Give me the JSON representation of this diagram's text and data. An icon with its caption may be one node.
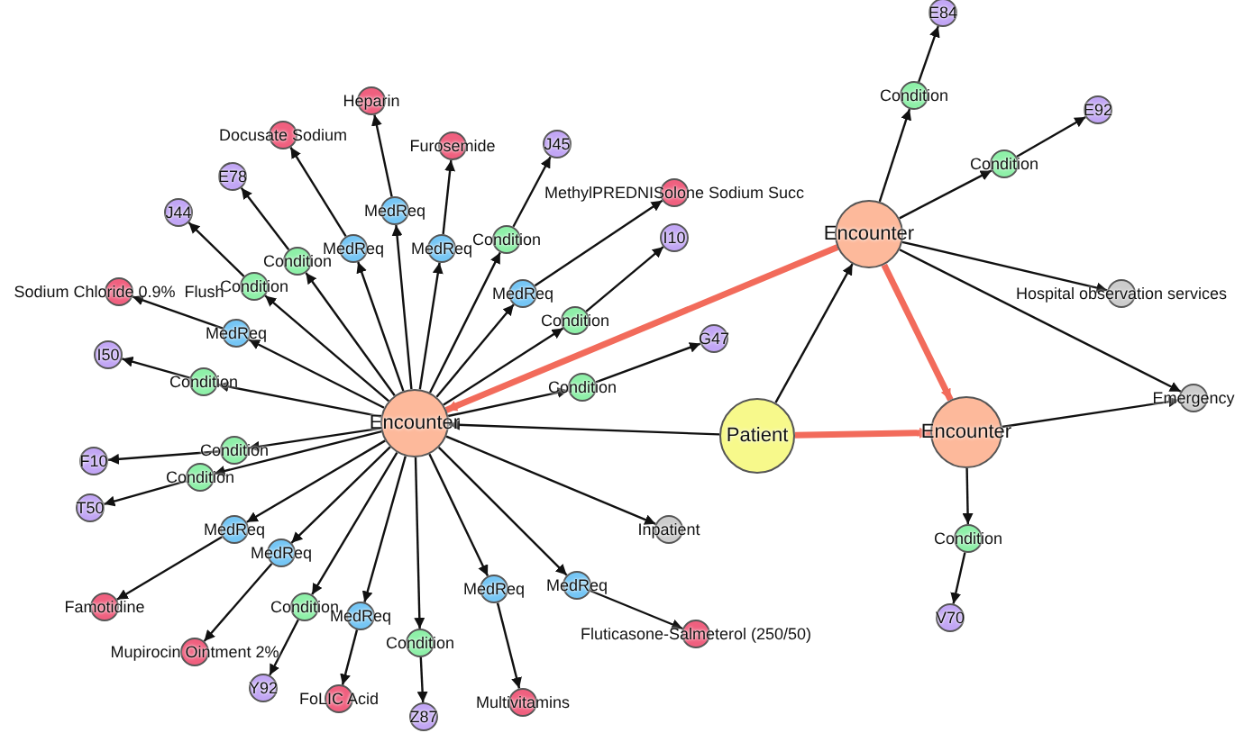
{
  "diagram": {
    "nodes": [
      {
        "text": [
          "Encounter"
        ]
      },
      {
        "text": [
          "Encounter"
        ]
      },
      {
        "text": [
          "Encounter"
        ]
      },
      {
        "text": [
          "Patient"
        ]
      },
      {
        "text": [
          "MedReq"
        ]
      },
      {
        "text": [
          "Heparin"
        ]
      },
      {
        "text": [
          "MedReq"
        ]
      },
      {
        "text": [
          "Docusate Sodium"
        ]
      },
      {
        "text": [
          "Condition"
        ]
      },
      {
        "text": [
          "E78"
        ]
      },
      {
        "text": [
          "Condition"
        ]
      },
      {
        "text": [
          "J44"
        ]
      },
      {
        "text": [
          "MedReq"
        ]
      },
      {
        "text": [
          "Sodium Chloride 0.9%  Flush"
        ]
      },
      {
        "text": [
          "Condition"
        ]
      },
      {
        "text": [
          "I50"
        ]
      },
      {
        "text": [
          "Condition"
        ]
      },
      {
        "text": [
          "F10"
        ]
      },
      {
        "text": [
          "Condition"
        ]
      },
      {
        "text": [
          "T50"
        ]
      },
      {
        "text": [
          "MedReq"
        ]
      },
      {
        "text": [
          "Famotidine"
        ]
      },
      {
        "text": [
          "MedReq"
        ]
      },
      {
        "text": [
          "Mupirocin Ointment 2%"
        ]
      },
      {
        "text": [
          "Condition"
        ]
      },
      {
        "text": [
          "Y92"
        ]
      },
      {
        "text": [
          "MedReq"
        ]
      },
      {
        "text": [
          "FoLIC Acid"
        ]
      },
      {
        "text": [
          "Condition"
        ]
      },
      {
        "text": [
          "Z87"
        ]
      },
      {
        "text": [
          "MedReq"
        ]
      },
      {
        "text": [
          "Multivitamins"
        ]
      },
      {
        "text": [
          "MedReq"
        ]
      },
      {
        "text": [
          "Fluticasone-Salmeterol (250/50)"
        ]
      },
      {
        "text": [
          "Inpatient"
        ]
      },
      {
        "text": [
          "MedReq"
        ]
      },
      {
        "text": [
          "Furosemide"
        ]
      },
      {
        "text": [
          "Condition"
        ]
      },
      {
        "text": [
          "J45"
        ]
      },
      {
        "text": [
          "MedReq"
        ]
      },
      {
        "text": [
          "MethylPREDNISolone Sodium Succ"
        ]
      },
      {
        "text": [
          "Condition"
        ]
      },
      {
        "text": [
          "I10"
        ]
      },
      {
        "text": [
          "Condition"
        ]
      },
      {
        "text": [
          "G47"
        ]
      },
      {
        "text": [
          "Condition"
        ]
      },
      {
        "text": [
          "E84"
        ]
      },
      {
        "text": [
          "Condition"
        ]
      },
      {
        "text": [
          "E92"
        ]
      },
      {
        "text": [
          "Hospital observation services"
        ]
      },
      {
        "text": [
          "Emergency"
        ]
      },
      {
        "text": [
          "Condition"
        ]
      },
      {
        "text": [
          "V70"
        ]
      }
    ],
    "edges": [
      {
        "from": 3,
        "to": 0,
        "arrow": "to"
      },
      {
        "from": 3,
        "to": 1,
        "arrow": "to"
      },
      {
        "from": 3,
        "to": 2,
        "arrow": "to",
        "style": "thick",
        "color": "#f26b5b"
      },
      {
        "from": 1,
        "to": 0,
        "arrow": "to",
        "style": "thick",
        "color": "#f26b5b"
      },
      {
        "from": 1,
        "to": 2,
        "arrow": "to",
        "style": "thick",
        "color": "#f26b5b"
      },
      {
        "from": 0,
        "to": 4,
        "arrow": "to"
      },
      {
        "from": 4,
        "to": 5,
        "arrow": "to"
      },
      {
        "from": 0,
        "to": 6,
        "arrow": "to"
      },
      {
        "from": 6,
        "to": 7,
        "arrow": "to"
      },
      {
        "from": 0,
        "to": 8,
        "arrow": "to"
      },
      {
        "from": 8,
        "to": 9,
        "arrow": "to"
      },
      {
        "from": 0,
        "to": 10,
        "arrow": "to"
      },
      {
        "from": 10,
        "to": 11,
        "arrow": "to"
      },
      {
        "from": 0,
        "to": 12,
        "arrow": "to"
      },
      {
        "from": 12,
        "to": 13,
        "arrow": "to"
      },
      {
        "from": 0,
        "to": 14,
        "arrow": "to"
      },
      {
        "from": 14,
        "to": 15,
        "arrow": "to"
      },
      {
        "from": 0,
        "to": 16,
        "arrow": "to"
      },
      {
        "from": 16,
        "to": 17,
        "arrow": "to"
      },
      {
        "from": 0,
        "to": 18,
        "arrow": "to"
      },
      {
        "from": 18,
        "to": 19,
        "arrow": "to"
      },
      {
        "from": 0,
        "to": 20,
        "arrow": "to"
      },
      {
        "from": 20,
        "to": 21,
        "arrow": "to"
      },
      {
        "from": 0,
        "to": 22,
        "arrow": "to"
      },
      {
        "from": 22,
        "to": 23,
        "arrow": "to"
      },
      {
        "from": 0,
        "to": 24,
        "arrow": "to"
      },
      {
        "from": 24,
        "to": 25,
        "arrow": "to"
      },
      {
        "from": 0,
        "to": 26,
        "arrow": "to"
      },
      {
        "from": 26,
        "to": 27,
        "arrow": "to"
      },
      {
        "from": 0,
        "to": 28,
        "arrow": "to"
      },
      {
        "from": 28,
        "to": 29,
        "arrow": "to"
      },
      {
        "from": 0,
        "to": 30,
        "arrow": "to"
      },
      {
        "from": 30,
        "to": 31,
        "arrow": "to"
      },
      {
        "from": 0,
        "to": 32,
        "arrow": "to"
      },
      {
        "from": 32,
        "to": 33,
        "arrow": "to"
      },
      {
        "from": 0,
        "to": 34,
        "arrow": "to"
      },
      {
        "from": 0,
        "to": 35,
        "arrow": "to"
      },
      {
        "from": 35,
        "to": 36,
        "arrow": "to"
      },
      {
        "from": 0,
        "to": 37,
        "arrow": "to"
      },
      {
        "from": 37,
        "to": 38,
        "arrow": "to"
      },
      {
        "from": 0,
        "to": 39,
        "arrow": "to"
      },
      {
        "from": 39,
        "to": 40,
        "arrow": "to"
      },
      {
        "from": 0,
        "to": 41,
        "arrow": "to"
      },
      {
        "from": 41,
        "to": 42,
        "arrow": "to"
      },
      {
        "from": 0,
        "to": 43,
        "arrow": "to"
      },
      {
        "from": 43,
        "to": 44,
        "arrow": "to"
      },
      {
        "from": 1,
        "to": 45,
        "arrow": "to"
      },
      {
        "from": 45,
        "to": 46,
        "arrow": "to"
      },
      {
        "from": 1,
        "to": 47,
        "arrow": "to"
      },
      {
        "from": 47,
        "to": 48,
        "arrow": "to"
      },
      {
        "from": 1,
        "to": 49,
        "arrow": "to"
      },
      {
        "from": 1,
        "to": 50,
        "arrow": "to"
      },
      {
        "from": 2,
        "to": 50,
        "arrow": "to"
      },
      {
        "from": 2,
        "to": 51,
        "arrow": "to"
      },
      {
        "from": 51,
        "to": 52,
        "arrow": "to"
      }
    ]
  }
}
